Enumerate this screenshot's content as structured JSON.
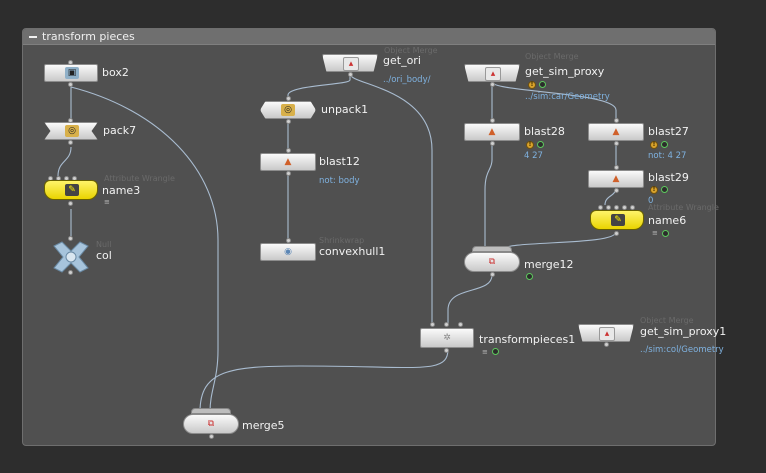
{
  "network_box": {
    "title": "transform pieces"
  },
  "nodes": {
    "box2": {
      "name": "box2",
      "icon": "box-icon"
    },
    "pack7": {
      "name": "pack7",
      "icon": "pack-icon"
    },
    "name3": {
      "name": "name3",
      "type": "Attribute Wrangle",
      "flag": "≡"
    },
    "col": {
      "name": "col",
      "type": "Null"
    },
    "get_ori": {
      "name": "get_ori",
      "type": "Object Merge",
      "param": "../ori_body/"
    },
    "unpack1": {
      "name": "unpack1"
    },
    "blast12": {
      "name": "blast12",
      "param": "not: body"
    },
    "convexhull1": {
      "name": "convexhull1",
      "type": "Shrinkwrap"
    },
    "get_sim_proxy": {
      "name": "get_sim_proxy",
      "type": "Object Merge",
      "param": "../sim:car/Geometry"
    },
    "blast28": {
      "name": "blast28",
      "param": "4 27"
    },
    "blast27": {
      "name": "blast27",
      "param": "not: 4 27"
    },
    "blast29": {
      "name": "blast29",
      "param": "0"
    },
    "name6": {
      "name": "name6",
      "type": "Attribute Wrangle",
      "flag": "≡"
    },
    "merge12": {
      "name": "merge12"
    },
    "transformpieces1": {
      "name": "transformpieces1",
      "flag": "≡"
    },
    "get_sim_proxy1": {
      "name": "get_sim_proxy1",
      "type": "Object Merge",
      "param": "../sim:col/Geometry"
    },
    "merge5": {
      "name": "merge5"
    }
  },
  "badges": {
    "warn_symbol": "!"
  },
  "colors": {
    "background": "#2d2d2d",
    "network_box": "#505050",
    "wire": "#a9bcd0",
    "node_yellow": "#fff200",
    "param_text": "#7fb2e0",
    "ok_badge": "#5cc95c",
    "warn_badge": "#d9a22b"
  }
}
